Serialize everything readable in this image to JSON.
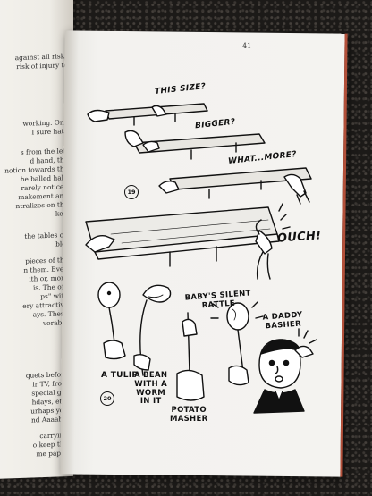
{
  "left_page": {
    "lines": [
      "against all risks",
      "risk of injury to",
      "working. One",
      "I sure hate",
      "s from the left",
      "d hand, the",
      "notion towards the",
      "he balled half-",
      "rarely noticed",
      "makement and",
      "ntralizes on the",
      "ket.",
      "the tables on",
      "ble.",
      "pieces of the",
      "n them. Even",
      "ith or, more",
      "is. The off,",
      "ps\" with",
      "ery attractive",
      "ays. These",
      "vorable",
      "quets before",
      "ir TV, from",
      "special gif-",
      "hdays, etc.",
      "urhaps you",
      "nd Aaaah's",
      "carrying",
      "o keep the",
      "me paper"
    ]
  },
  "right_page": {
    "page_number": "41",
    "captions": {
      "this_size": "THIS SIZE?",
      "bigger": "BIGGER?",
      "what_more": "WHAT...MORE?",
      "ouch": "OUCH!",
      "babys_line1": "BABY'S SILENT",
      "babys_line2": "RATTLE",
      "daddy_line1": "A DADDY",
      "daddy_line2": "BASHER",
      "tulip": "A TULIP",
      "bean_line1": "A BEAN",
      "bean_line2": "WITH A",
      "bean_line3": "WORM",
      "bean_line4": "IN IT",
      "potato_line1": "POTATO",
      "potato_line2": "MASHER"
    },
    "figure_numbers": {
      "fig_a": "19",
      "fig_b": "20"
    }
  }
}
